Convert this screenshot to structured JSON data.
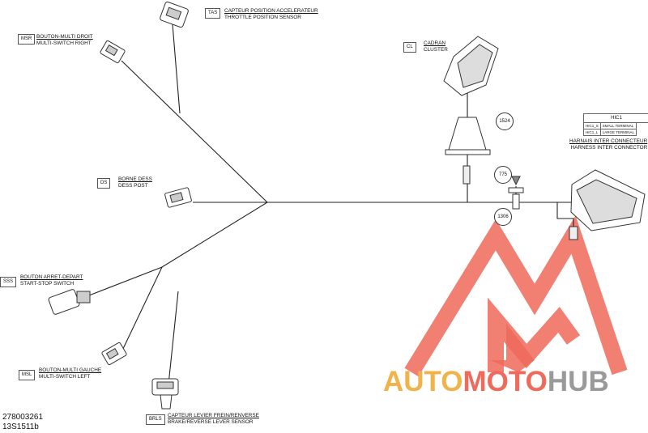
{
  "colors": {
    "watermark_red": "#ef6a5a",
    "watermark_orange": "#f1b24a",
    "watermark_grey": "#9a9a9a"
  },
  "connectors": {
    "tas": {
      "code": "TAS",
      "label_fr": "CAPTEUR POSITION ACCELERATEUR",
      "label_en": "THROTTLE POSITION SENSOR"
    },
    "msr": {
      "code": "MSR",
      "label_fr": "BOUTON-MULTI DROIT",
      "label_en": "MULTI-SWITCH RIGHT"
    },
    "cl": {
      "code": "CL",
      "label_fr": "CADRAN",
      "label_en": "CLUSTER"
    },
    "ds": {
      "code": "DS",
      "label_fr": "BORNE DESS",
      "label_en": "DESS POST"
    },
    "sss": {
      "code": "SSS",
      "label_fr": "BOUTON ARRET-DEPART",
      "label_en": "START-STOP SWITCH"
    },
    "msl": {
      "code": "MSL",
      "label_fr": "BOUTON-MULTI GAUCHE",
      "label_en": "MULTI-SWITCH LEFT"
    },
    "brls": {
      "code": "BRLS",
      "label_fr": "CAPTEUR LEVIER FREIN/RENVERSE",
      "label_en": "BRAKE/REVERSE LEVER SENSOR"
    },
    "hic": {
      "code": "HIC1",
      "label_fr": "HARNAIS INTER CONNECTEUR",
      "label_en": "HARNESS INTER CONNECTOR",
      "table": [
        {
          "pin": "HIC1_S",
          "desc": "SMALL TERMINAL"
        },
        {
          "pin": "HIC1_L",
          "desc": "LARGE TERMINAL"
        }
      ]
    }
  },
  "callouts": {
    "c1524": "1524",
    "c775": "775",
    "c1306": "1306"
  },
  "document": {
    "part_number": "278003261",
    "drawing_id": "13S1511b"
  },
  "watermark": {
    "auto": "AUTO",
    "moto": "MOTO",
    "hub": "HUB"
  }
}
